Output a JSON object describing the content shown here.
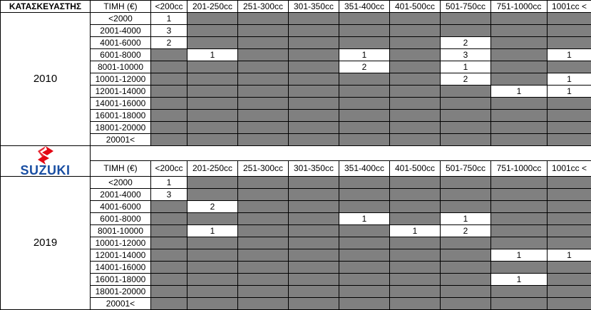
{
  "header": {
    "manufacturer_label": "ΚΑΤΑΣΚΕΥΑΣΤΗΣ",
    "price_label": "ΤΙΜΗ (€)",
    "cc_columns": [
      "<200cc",
      "201-250cc",
      "251-300cc",
      "301-350cc",
      "351-400cc",
      "401-500cc",
      "501-750cc",
      "751-1000cc",
      "1001cc <"
    ]
  },
  "brand": {
    "logo_text": "SUZUKI",
    "logo_color": "#1a4fa3"
  },
  "colors": {
    "empty_cell": "#808080",
    "value_cell": "#ffffff"
  },
  "sections": [
    {
      "year": "2010",
      "rows": [
        {
          "price": "<2000",
          "cells": [
            "1",
            "",
            "",
            "",
            "",
            "",
            "",
            "",
            ""
          ]
        },
        {
          "price": "2001-4000",
          "cells": [
            "3",
            "",
            "",
            "",
            "",
            "",
            "",
            "",
            ""
          ]
        },
        {
          "price": "4001-6000",
          "cells": [
            "2",
            "",
            "",
            "",
            "",
            "",
            "2",
            "",
            ""
          ]
        },
        {
          "price": "6001-8000",
          "cells": [
            "",
            "1",
            "",
            "",
            "1",
            "",
            "3",
            "",
            "1"
          ]
        },
        {
          "price": "8001-10000",
          "cells": [
            "",
            "",
            "",
            "",
            "2",
            "",
            "1",
            "",
            ""
          ]
        },
        {
          "price": "10001-12000",
          "cells": [
            "",
            "",
            "",
            "",
            "",
            "",
            "2",
            "",
            "1"
          ]
        },
        {
          "price": "12001-14000",
          "cells": [
            "",
            "",
            "",
            "",
            "",
            "",
            "",
            "1",
            "1"
          ]
        },
        {
          "price": "14001-16000",
          "cells": [
            "",
            "",
            "",
            "",
            "",
            "",
            "",
            "",
            ""
          ]
        },
        {
          "price": "16001-18000",
          "cells": [
            "",
            "",
            "",
            "",
            "",
            "",
            "",
            "",
            ""
          ]
        },
        {
          "price": "18001-20000",
          "cells": [
            "",
            "",
            "",
            "",
            "",
            "",
            "",
            "",
            ""
          ]
        },
        {
          "price": "20001<",
          "cells": [
            "",
            "",
            "",
            "",
            "",
            "",
            "",
            "",
            ""
          ]
        }
      ]
    },
    {
      "year": "2019",
      "rows": [
        {
          "price": "<2000",
          "cells": [
            "1",
            "",
            "",
            "",
            "",
            "",
            "",
            "",
            ""
          ]
        },
        {
          "price": "2001-4000",
          "cells": [
            "3",
            "",
            "",
            "",
            "",
            "",
            "",
            "",
            ""
          ]
        },
        {
          "price": "4001-6000",
          "cells": [
            "",
            "2",
            "",
            "",
            "",
            "",
            "",
            "",
            ""
          ]
        },
        {
          "price": "6001-8000",
          "cells": [
            "",
            "",
            "",
            "",
            "1",
            "",
            "1",
            "",
            ""
          ]
        },
        {
          "price": "8001-10000",
          "cells": [
            "",
            "1",
            "",
            "",
            "",
            "1",
            "2",
            "",
            ""
          ]
        },
        {
          "price": "10001-12000",
          "cells": [
            "",
            "",
            "",
            "",
            "",
            "",
            "",
            "",
            ""
          ]
        },
        {
          "price": "12001-14000",
          "cells": [
            "",
            "",
            "",
            "",
            "",
            "",
            "",
            "1",
            "1"
          ]
        },
        {
          "price": "14001-16000",
          "cells": [
            "",
            "",
            "",
            "",
            "",
            "",
            "",
            "",
            ""
          ]
        },
        {
          "price": "16001-18000",
          "cells": [
            "",
            "",
            "",
            "",
            "",
            "",
            "",
            "1",
            ""
          ]
        },
        {
          "price": "18001-20000",
          "cells": [
            "",
            "",
            "",
            "",
            "",
            "",
            "",
            "",
            ""
          ]
        },
        {
          "price": "20001<",
          "cells": [
            "",
            "",
            "",
            "",
            "",
            "",
            "",
            "",
            ""
          ]
        }
      ]
    }
  ]
}
